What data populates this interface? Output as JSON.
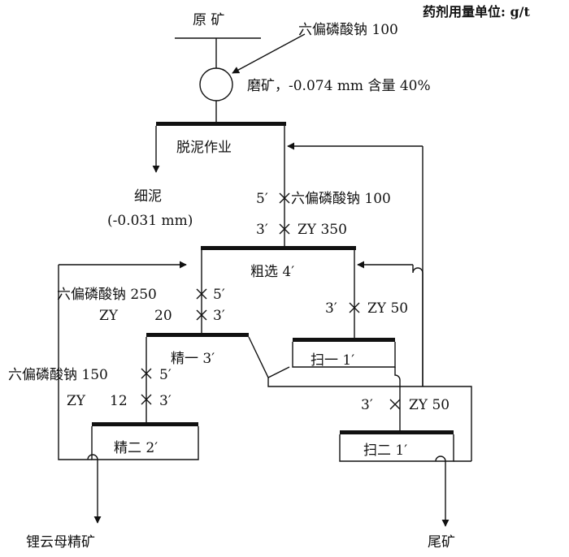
{
  "unit_note": "药剂用量单位: g/t",
  "ore": "原 矿",
  "grinding": {
    "reagent": "六偏磷酸钠 100",
    "label": "磨矿，-0.074 mm 含量 40%"
  },
  "desliming": {
    "label": "脱泥作业",
    "slime": "细泥",
    "slime_size": "(-0.031 mm)"
  },
  "feed_reagents": {
    "time_a": "5′",
    "reagent_a": "六偏磷酸钠 100",
    "time_b": "3′",
    "reagent_b": "ZY 350"
  },
  "rougher": {
    "label": "粗选 4′"
  },
  "cleaner1": {
    "label": "精一 3′",
    "reagent_a": "六偏磷酸钠 250",
    "time_a": "5′",
    "reagent_b_name": "ZY",
    "reagent_b_dose": "20",
    "time_b": "3′"
  },
  "scavenger1": {
    "label": "扫一 1′",
    "time": "3′",
    "reagent": "ZY 50"
  },
  "cleaner2": {
    "label": "精二 2′",
    "reagent_a": "六偏磷酸钠 150",
    "time_a": "5′",
    "reagent_b_name": "ZY",
    "reagent_b_dose": "12",
    "time_b": "3′"
  },
  "scavenger2": {
    "label": "扫二 1′",
    "time": "3′",
    "reagent": "ZY 50"
  },
  "concentrate": "锂云母精矿",
  "tailings": "尾矿"
}
